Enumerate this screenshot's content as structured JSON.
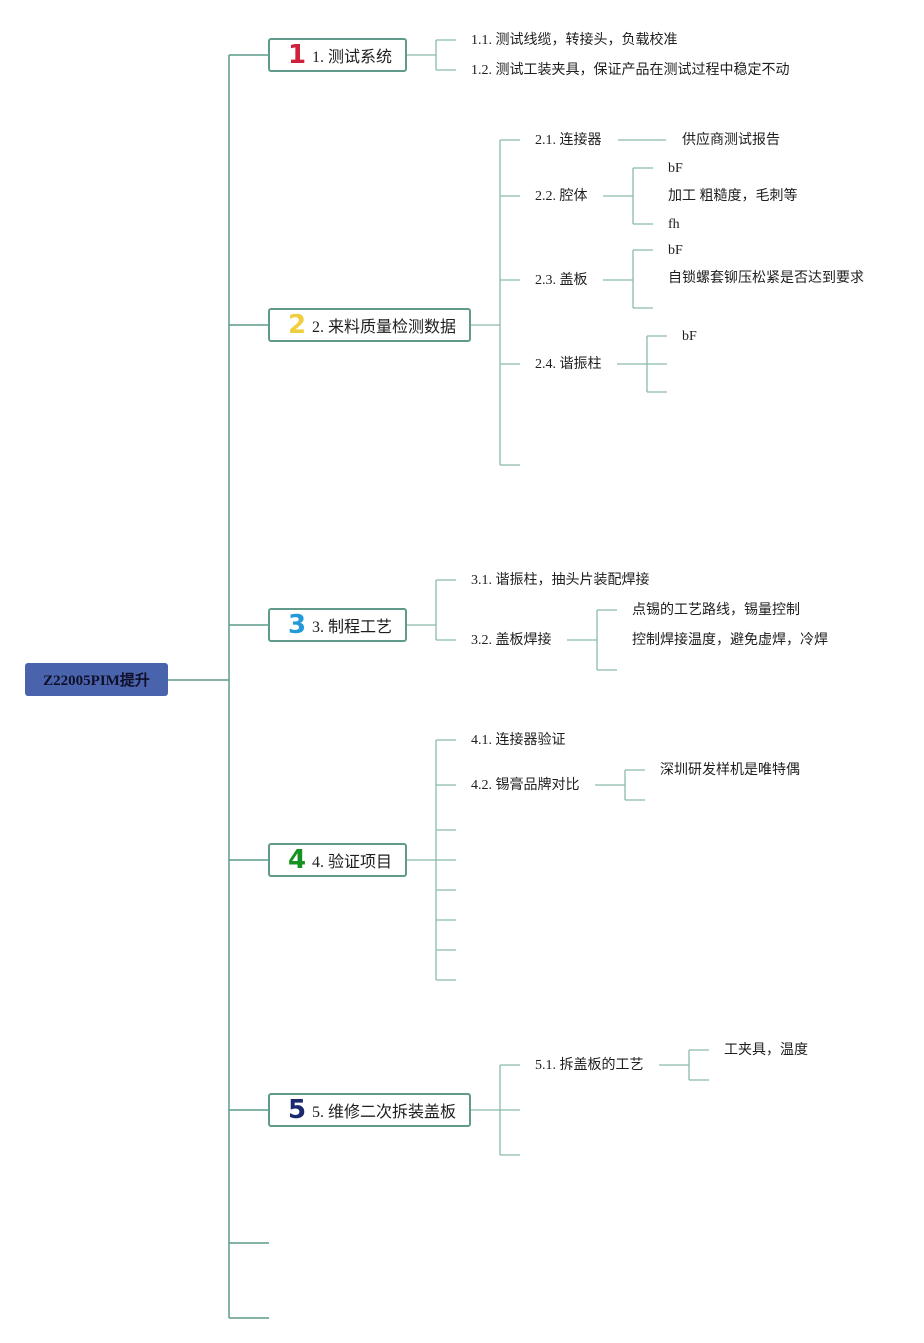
{
  "root": "Z22005PIM提升",
  "colors": {
    "root_fill": "#4a63ad",
    "line": "#5f9a8b",
    "num1": "#d0213c",
    "num2": "#efcf3f",
    "num3": "#2299d8",
    "num4": "#169222",
    "num5": "#1b2a6f"
  },
  "topics": [
    {
      "num": "1",
      "label": "1. 测试系统"
    },
    {
      "num": "2",
      "label": "2. 来料质量检测数据"
    },
    {
      "num": "3",
      "label": "3. 制程工艺"
    },
    {
      "num": "4",
      "label": "4. 验证项目"
    },
    {
      "num": "5",
      "label": "5. 维修二次拆装盖板"
    }
  ],
  "t1": {
    "s1": "1.1. 测试线缆，转接头，负载校准",
    "s2": "1.2. 测试工装夹具，保证产品在测试过程中稳定不动"
  },
  "t2": {
    "s1": "2.1. 连接器",
    "s1_c1": "供应商测试报告",
    "s2": "2.2. 腔体",
    "s2_c1": "bF",
    "s2_c2": "加工 粗糙度，毛刺等",
    "s2_c3": "fh",
    "s3": "2.3. 盖板",
    "s3_c1": "bF",
    "s3_c2": "自锁螺套铆压松紧是否达到要求",
    "s4": "2.4. 谐振柱",
    "s4_c1": "bF"
  },
  "t3": {
    "s1": "3.1. 谐振柱，抽头片装配焊接",
    "s2": "3.2. 盖板焊接",
    "s2_c1": "点锡的工艺路线，锡量控制",
    "s2_c2": "控制焊接温度，避免虚焊，冷焊"
  },
  "t4": {
    "s1": "4.1. 连接器验证",
    "s2": "4.2. 锡膏品牌对比",
    "s2_c1": "深圳研发样机是唯特偶"
  },
  "t5": {
    "s1": "5.1. 拆盖板的工艺",
    "s1_c1": "工夹具，温度"
  }
}
